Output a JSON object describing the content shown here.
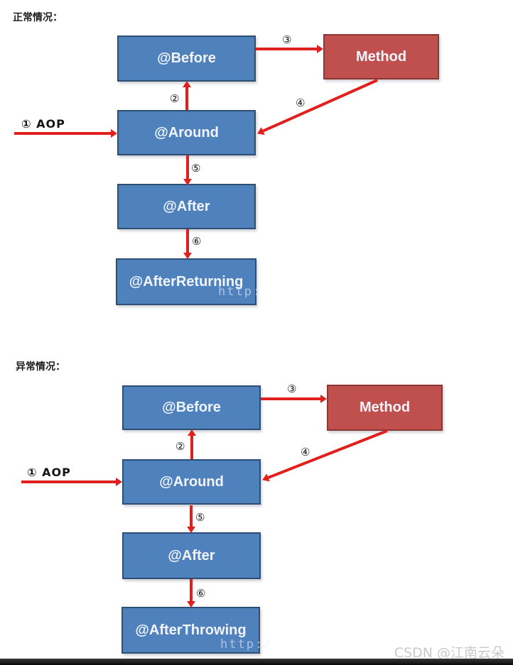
{
  "colors": {
    "box_blue_fill": "#4f81bd",
    "box_blue_border": "#2f4e74",
    "box_red_fill": "#c0504d",
    "box_red_border": "#8b3835",
    "arrow_red": "#e0201c",
    "watermark_gray": "#c9c9c9"
  },
  "normal": {
    "title": "正常情况：",
    "entry_label": "① AOP",
    "boxes": {
      "before": "@Before",
      "method": "Method",
      "around": "@Around",
      "after": "@After",
      "final": "@AfterReturning"
    },
    "steps": {
      "s2": "②",
      "s3": "③",
      "s4": "④",
      "s5": "⑤",
      "s6": "⑥"
    },
    "watermark": "http:"
  },
  "exception": {
    "title": "异常情况：",
    "entry_label": "① AOP",
    "boxes": {
      "before": "@Before",
      "method": "Method",
      "around": "@Around",
      "after": "@After",
      "final": "@AfterThrowing"
    },
    "steps": {
      "s2": "②",
      "s3": "③",
      "s4": "④",
      "s5": "⑤",
      "s6": "⑥"
    },
    "watermark": "http:/"
  },
  "footer": {
    "csdn_watermark": "CSDN @江南云朵"
  }
}
